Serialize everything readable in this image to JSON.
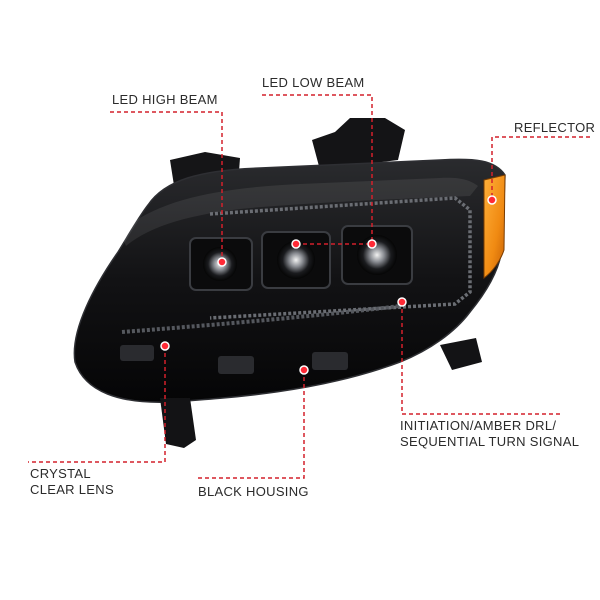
{
  "colors": {
    "callout": "#d3202b",
    "text": "#2b2b2b",
    "housing": "#111113",
    "amber": "#f08a12"
  },
  "labels": {
    "high_beam": "LED HIGH BEAM",
    "low_beam": "LED LOW BEAM",
    "reflector": "REFLECTOR",
    "drl_line1": "INITIATION/AMBER DRL/",
    "drl_line2": "SEQUENTIAL TURN SIGNAL",
    "lens_line1": "CRYSTAL",
    "lens_line2": "CLEAR LENS",
    "housing": "BLACK HOUSING"
  }
}
